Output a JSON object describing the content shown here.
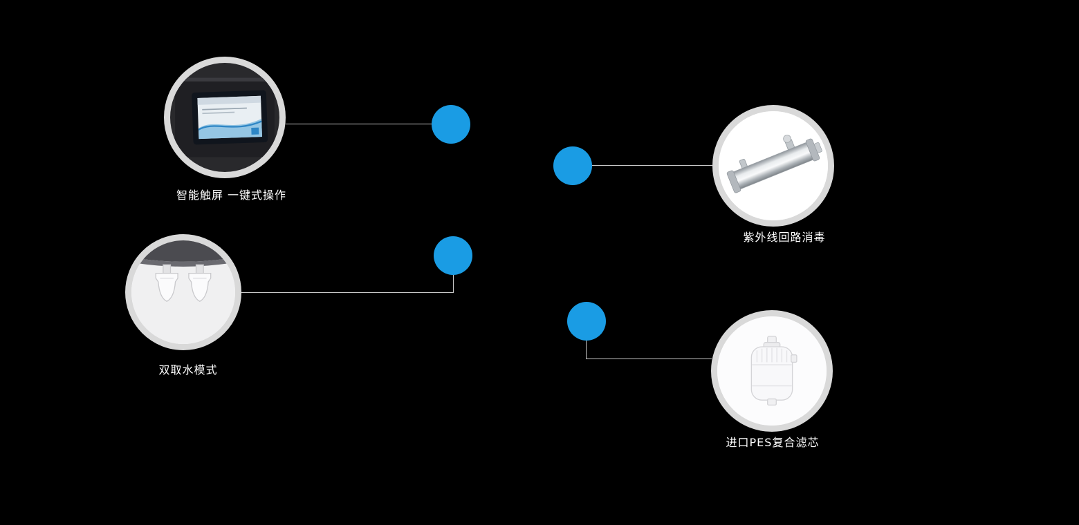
{
  "page": {
    "background_color": "#000000",
    "accent_color": "#1a9ce4",
    "ring_color": "#d9d9d9",
    "line_color": "#c9c9c9",
    "label_color": "#ffffff"
  },
  "features": [
    {
      "id": "touchscreen",
      "label": "智能触屏 一键式操作",
      "image": "touchscreen-display-photo"
    },
    {
      "id": "dual-water",
      "label": "双取水模式",
      "image": "dual-water-outlets-photo"
    },
    {
      "id": "uv-loop",
      "label": "紫外线回路消毒",
      "image": "uv-sterilizer-tube-photo"
    },
    {
      "id": "pes-filter",
      "label": "进口PES复合滤芯",
      "image": "pes-filter-capsule-photo"
    }
  ]
}
